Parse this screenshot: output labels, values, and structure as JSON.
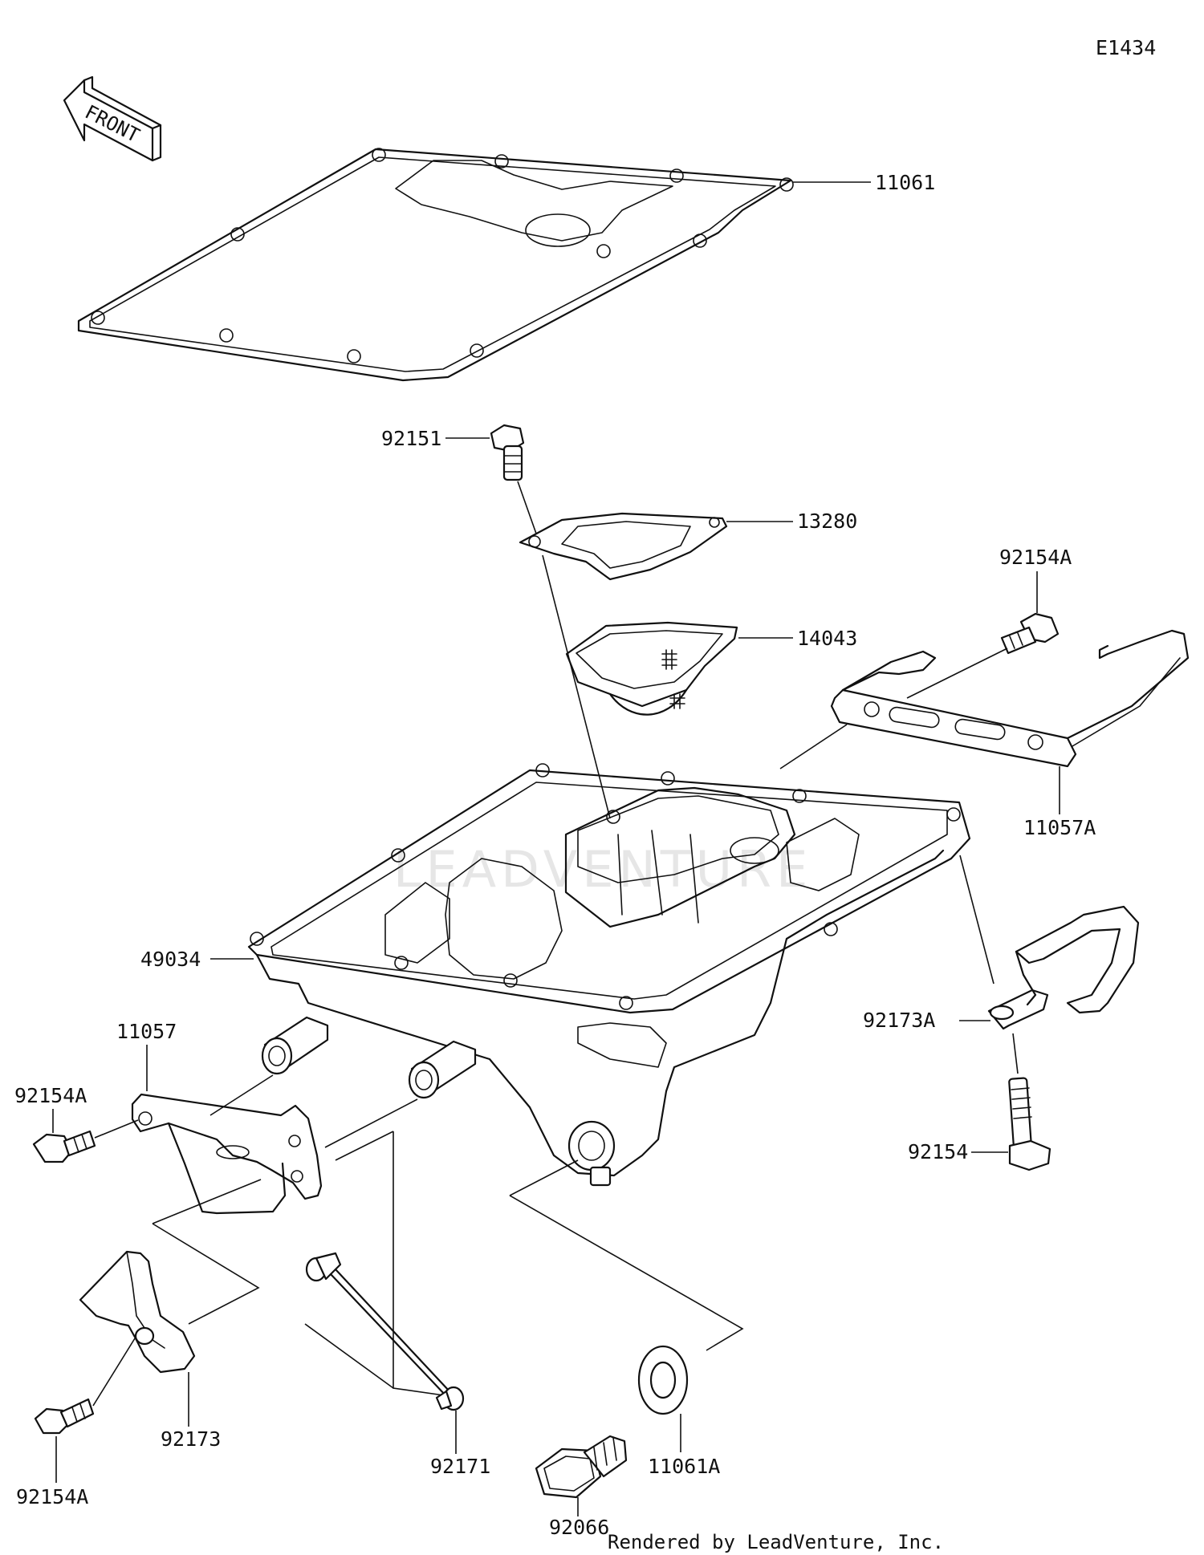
{
  "diagram": {
    "code": "E1434",
    "front_label": "FRONT",
    "watermark": "LEADVENTURE",
    "footer": "Rendered by LeadVenture, Inc."
  },
  "parts": {
    "p11061": "11061",
    "p92151": "92151",
    "p13280": "13280",
    "p14043": "14043",
    "p92154A_top": "92154A",
    "p11057A": "11057A",
    "p49034": "49034",
    "p92173A": "92173A",
    "p11057": "11057",
    "p92154A_left": "92154A",
    "p92154": "92154",
    "p92173": "92173",
    "p92154A_bottom": "92154A",
    "p92171": "92171",
    "p92066": "92066",
    "p11061A": "11061A"
  }
}
